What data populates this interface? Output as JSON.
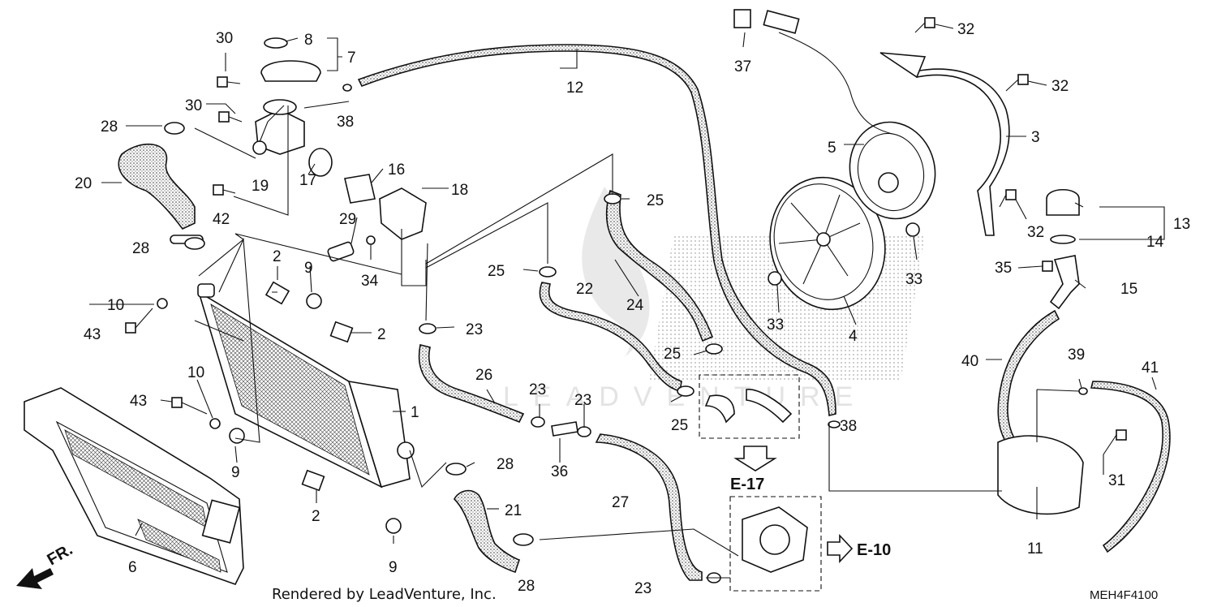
{
  "diagram": {
    "callouts": [
      {
        "id": "c1",
        "text": "1"
      },
      {
        "id": "c2a",
        "text": "2"
      },
      {
        "id": "c2b",
        "text": "2"
      },
      {
        "id": "c2c",
        "text": "2"
      },
      {
        "id": "c3",
        "text": "3"
      },
      {
        "id": "c4",
        "text": "4"
      },
      {
        "id": "c5",
        "text": "5"
      },
      {
        "id": "c6",
        "text": "6"
      },
      {
        "id": "c7",
        "text": "7"
      },
      {
        "id": "c8",
        "text": "8"
      },
      {
        "id": "c9a",
        "text": "9"
      },
      {
        "id": "c9b",
        "text": "9"
      },
      {
        "id": "c9c",
        "text": "9"
      },
      {
        "id": "c10a",
        "text": "10"
      },
      {
        "id": "c10b",
        "text": "10"
      },
      {
        "id": "c11",
        "text": "11"
      },
      {
        "id": "c12",
        "text": "12"
      },
      {
        "id": "c13",
        "text": "13"
      },
      {
        "id": "c14",
        "text": "14"
      },
      {
        "id": "c15",
        "text": "15"
      },
      {
        "id": "c16",
        "text": "16"
      },
      {
        "id": "c17",
        "text": "17"
      },
      {
        "id": "c18",
        "text": "18"
      },
      {
        "id": "c19",
        "text": "19"
      },
      {
        "id": "c20",
        "text": "20"
      },
      {
        "id": "c21",
        "text": "21"
      },
      {
        "id": "c22",
        "text": "22"
      },
      {
        "id": "c23a",
        "text": "23"
      },
      {
        "id": "c23b",
        "text": "23"
      },
      {
        "id": "c23c",
        "text": "23"
      },
      {
        "id": "c23d",
        "text": "23"
      },
      {
        "id": "c24",
        "text": "24"
      },
      {
        "id": "c25a",
        "text": "25"
      },
      {
        "id": "c25b",
        "text": "25"
      },
      {
        "id": "c25c",
        "text": "25"
      },
      {
        "id": "c25d",
        "text": "25"
      },
      {
        "id": "c26",
        "text": "26"
      },
      {
        "id": "c27",
        "text": "27"
      },
      {
        "id": "c28a",
        "text": "28"
      },
      {
        "id": "c28b",
        "text": "28"
      },
      {
        "id": "c28c",
        "text": "28"
      },
      {
        "id": "c28d",
        "text": "28"
      },
      {
        "id": "c29",
        "text": "29"
      },
      {
        "id": "c30a",
        "text": "30"
      },
      {
        "id": "c30b",
        "text": "30"
      },
      {
        "id": "c31",
        "text": "31"
      },
      {
        "id": "c32a",
        "text": "32"
      },
      {
        "id": "c32b",
        "text": "32"
      },
      {
        "id": "c32c",
        "text": "32"
      },
      {
        "id": "c33a",
        "text": "33"
      },
      {
        "id": "c33b",
        "text": "33"
      },
      {
        "id": "c34",
        "text": "34"
      },
      {
        "id": "c35",
        "text": "35"
      },
      {
        "id": "c36",
        "text": "36"
      },
      {
        "id": "c37",
        "text": "37"
      },
      {
        "id": "c38a",
        "text": "38"
      },
      {
        "id": "c38b",
        "text": "38"
      },
      {
        "id": "c39",
        "text": "39"
      },
      {
        "id": "c40",
        "text": "40"
      },
      {
        "id": "c41",
        "text": "41"
      },
      {
        "id": "c42",
        "text": "42"
      },
      {
        "id": "c43a",
        "text": "43"
      },
      {
        "id": "c43b",
        "text": "43"
      }
    ],
    "refs": {
      "e17": "E-17",
      "e10": "E-10"
    },
    "front_label": "FR.",
    "watermark": "LEADVENTURE",
    "footer": "Rendered by LeadVenture, Inc.",
    "diagram_code": "MEH4F4100"
  }
}
